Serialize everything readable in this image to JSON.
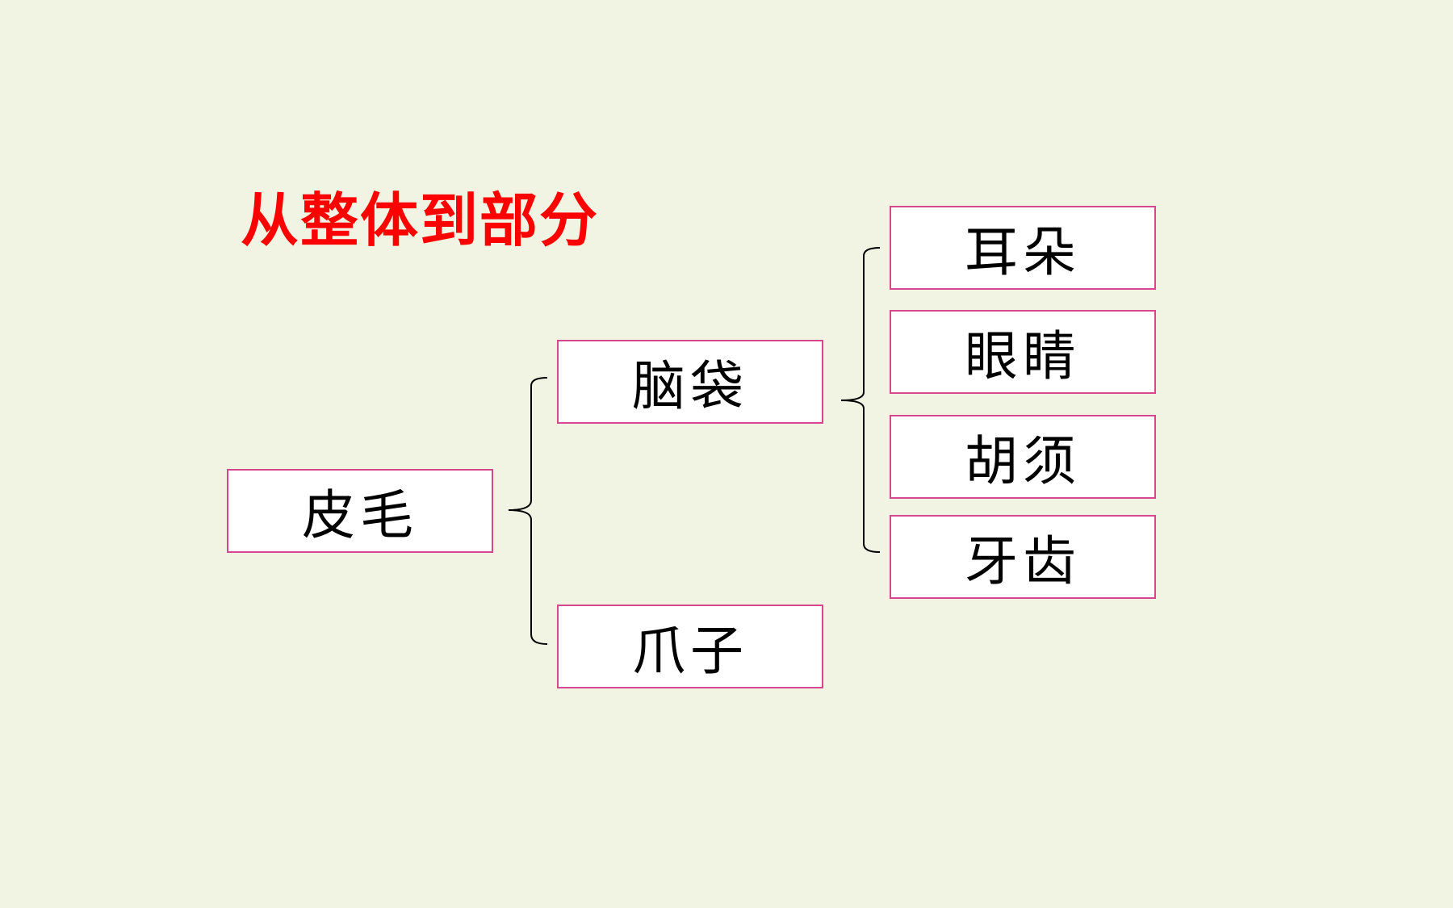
{
  "title": "从整体到部分",
  "colors": {
    "background": "#f1f4e2",
    "title": "#ff0000",
    "node_border": "#d6478f",
    "node_fill": "#ffffff"
  },
  "nodes": {
    "root": "皮毛",
    "head": "脑袋",
    "claws": "爪子",
    "ears": "耳朵",
    "eyes": "眼睛",
    "whiskers": "胡须",
    "teeth": "牙齿"
  }
}
